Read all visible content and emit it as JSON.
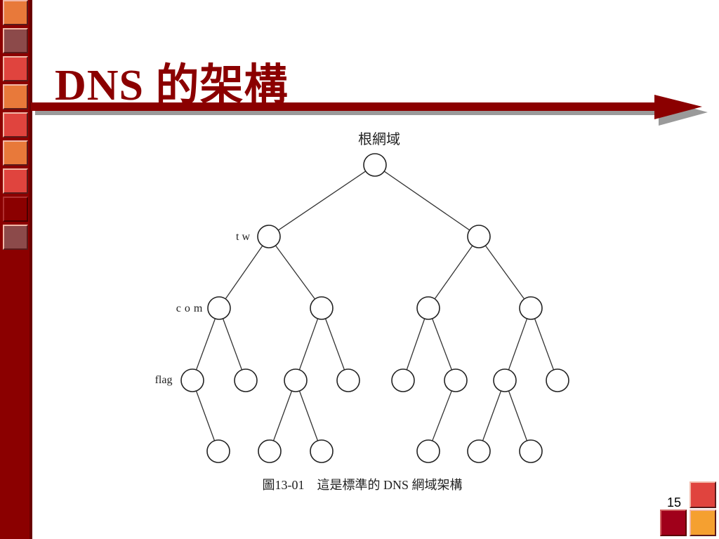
{
  "slide": {
    "title": "DNS 的架構",
    "page_number": "15"
  },
  "diagram": {
    "root_label": "根網域",
    "level1_label": "tw",
    "level2_label": "com",
    "level3_label": "flag",
    "caption": "圖13-01　這是標準的 DNS 網域架構",
    "nodes": [
      {
        "id": "root"
      },
      {
        "id": "tw"
      },
      {
        "id": "r1"
      },
      {
        "id": "com"
      },
      {
        "id": "c2"
      },
      {
        "id": "c3"
      },
      {
        "id": "c4"
      },
      {
        "id": "flag"
      },
      {
        "id": "d2"
      },
      {
        "id": "d3"
      },
      {
        "id": "d4"
      },
      {
        "id": "d5"
      },
      {
        "id": "d6"
      },
      {
        "id": "d7"
      },
      {
        "id": "d8"
      },
      {
        "id": "e1"
      },
      {
        "id": "e2"
      },
      {
        "id": "e3"
      },
      {
        "id": "e4"
      },
      {
        "id": "e5"
      },
      {
        "id": "e6"
      }
    ],
    "edges": [
      [
        "root",
        "tw"
      ],
      [
        "root",
        "r1"
      ],
      [
        "tw",
        "com"
      ],
      [
        "tw",
        "c2"
      ],
      [
        "r1",
        "c3"
      ],
      [
        "r1",
        "c4"
      ],
      [
        "com",
        "flag"
      ],
      [
        "com",
        "d2"
      ],
      [
        "c2",
        "d3"
      ],
      [
        "c2",
        "d4"
      ],
      [
        "c3",
        "d5"
      ],
      [
        "c3",
        "d6"
      ],
      [
        "c4",
        "d7"
      ],
      [
        "c4",
        "d8"
      ],
      [
        "flag",
        "e1"
      ],
      [
        "d3",
        "e2"
      ],
      [
        "d3",
        "e3"
      ],
      [
        "d6",
        "e4"
      ],
      [
        "d7",
        "e5"
      ],
      [
        "d7",
        "e6"
      ]
    ]
  },
  "colors": {
    "sidebar": "#8b0000",
    "title": "#8b0000",
    "rule": "#8b0000",
    "square_red": "#e0443e",
    "square_orange": "#e8793a",
    "square_mauve": "#8c4a4a",
    "square_dark": "#a0001a",
    "square_bright": "#f5a030"
  },
  "icons": {
    "rule_arrow": "arrow-right-icon",
    "decor_squares": "square-tile-icon"
  }
}
